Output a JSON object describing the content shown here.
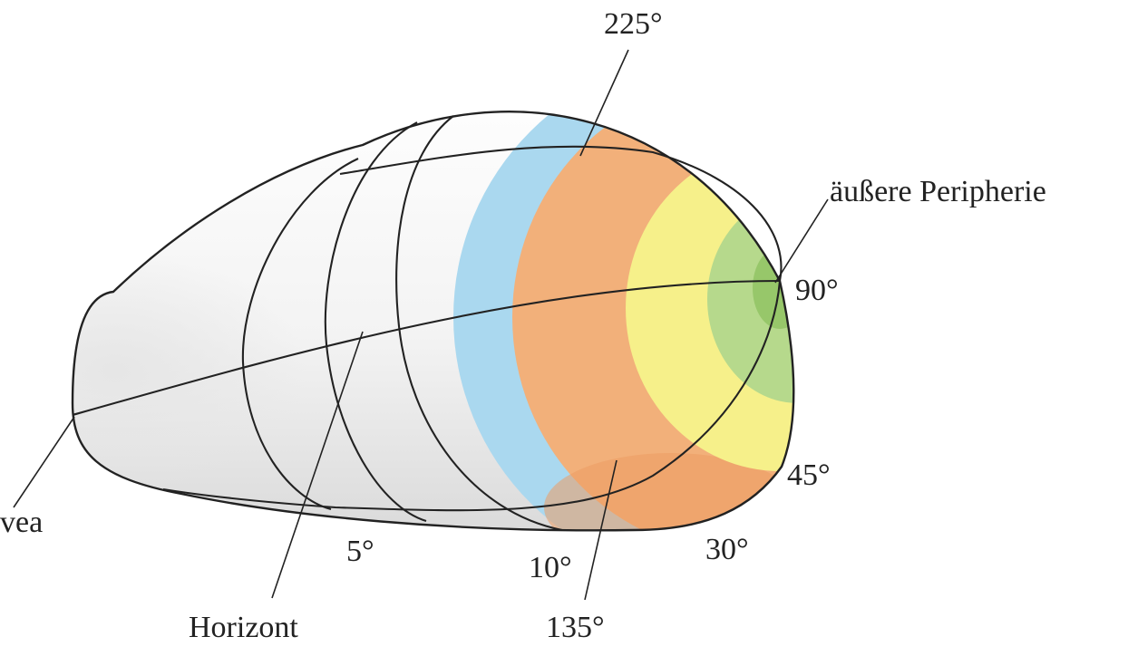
{
  "labels": {
    "fovea": "vea",
    "horizont": "Horizont",
    "periphery": "äußere Peripherie",
    "deg_225": "225°",
    "deg_135": "135°",
    "deg_90": "90°",
    "deg_45": "45°",
    "deg_30": "30°",
    "deg_10": "10°",
    "deg_5": "5°"
  },
  "zones": [
    {
      "name": "white",
      "color": "#f6f6f6"
    },
    {
      "name": "blue",
      "color": "#aad8ef"
    },
    {
      "name": "orange",
      "color": "#f2b07a"
    },
    {
      "name": "yellow",
      "color": "#f6f08a"
    },
    {
      "name": "green",
      "color": "#b6d98c"
    }
  ]
}
